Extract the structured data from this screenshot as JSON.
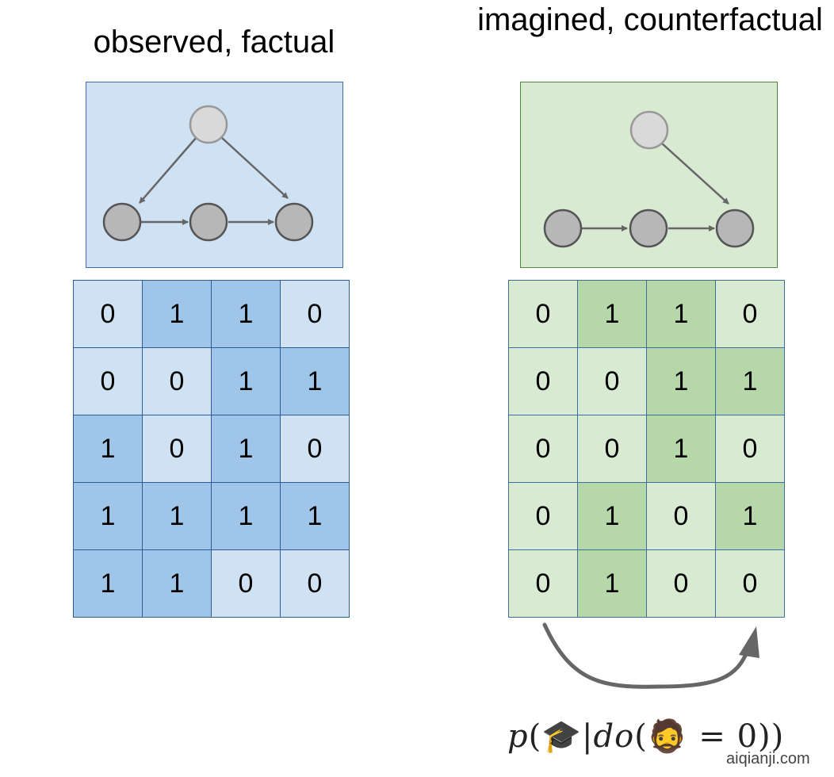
{
  "left": {
    "title": "observed, factual",
    "colors": {
      "fill": "#cfe2f3",
      "highlight": "#9fc5e8",
      "border": "#3d6ea8"
    },
    "table": [
      [
        "0",
        "1",
        "1",
        "0"
      ],
      [
        "0",
        "0",
        "1",
        "1"
      ],
      [
        "1",
        "0",
        "1",
        "0"
      ],
      [
        "1",
        "1",
        "1",
        "1"
      ],
      [
        "1",
        "1",
        "0",
        "0"
      ]
    ]
  },
  "right": {
    "title": "imagined, counterfactual",
    "colors": {
      "fill": "#d9ead3",
      "highlight": "#b6d7a8",
      "border": "#4f8a3a"
    },
    "table": [
      [
        "0",
        "1",
        "1",
        "0"
      ],
      [
        "0",
        "0",
        "1",
        "1"
      ],
      [
        "0",
        "0",
        "1",
        "0"
      ],
      [
        "0",
        "1",
        "0",
        "1"
      ],
      [
        "0",
        "1",
        "0",
        "0"
      ]
    ]
  },
  "formula": {
    "p": "p",
    "open1": "(",
    "target_icon": "graduation-cap-icon",
    "target_glyph": "🎓",
    "bar": "|",
    "do": "do",
    "open2": "(",
    "intervened_icon": "bearded-man-icon",
    "intervened_glyph": "🧔",
    "eq": "=",
    "value": "0",
    "close": "))"
  },
  "watermark": "aiqianji.com"
}
